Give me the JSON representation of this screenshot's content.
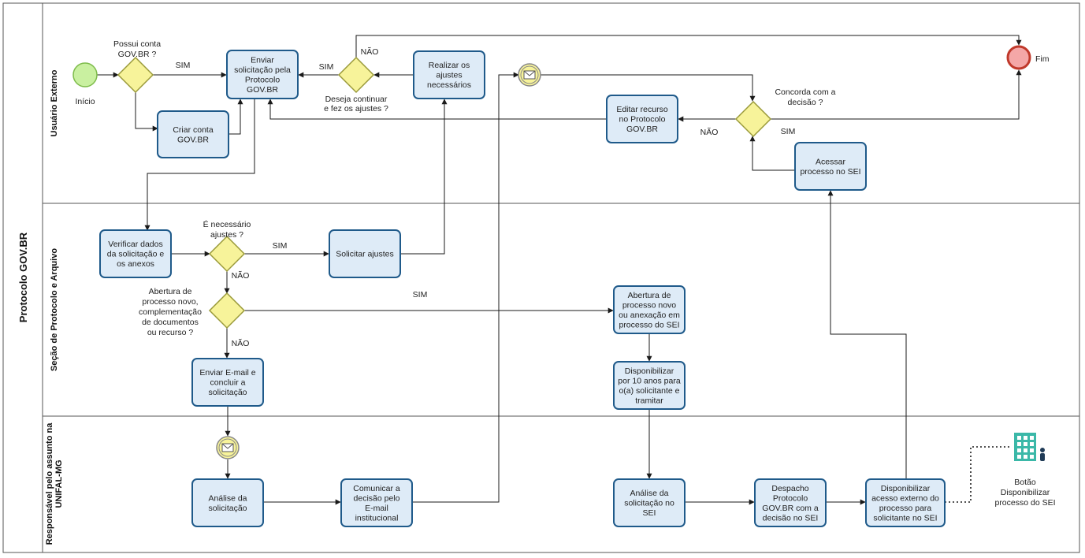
{
  "pool": {
    "title": "Protocolo GOV.BR"
  },
  "lanes": [
    {
      "id": "externo",
      "title": "Usuário Externo"
    },
    {
      "id": "protocolo",
      "title": "Seção de Protocolo e Arquivo"
    },
    {
      "id": "responsavel",
      "title_line1": "Responsável pelo assunto na",
      "title_line2": "UNIFAL-MG"
    }
  ],
  "events": {
    "start": "Início",
    "end": "Fim"
  },
  "tasks": {
    "enviar": [
      "Enviar",
      "solicitação pela",
      "Protocolo",
      "GOV.BR"
    ],
    "criar": [
      "Criar conta",
      "GOV.BR"
    ],
    "realizar": [
      "Realizar os",
      "ajustes",
      "necessários"
    ],
    "editar": [
      "Editar recurso",
      "no Protocolo",
      "GOV.BR"
    ],
    "acessar": [
      "Acessar",
      "processo no SEI"
    ],
    "verificar": [
      "Verificar dados",
      "da solicitação e",
      "os anexos"
    ],
    "solicitar": [
      "Solicitar ajustes"
    ],
    "abertura": [
      "Abertura de",
      "processo novo",
      "ou anexação em",
      "processo do SEI"
    ],
    "disponibilizar10": [
      "Disponibilizar",
      "por 10 anos para",
      "o(a) solicitante e",
      "tramitar"
    ],
    "enviar_email": [
      "Enviar E-mail e",
      "concluir a",
      "solicitação"
    ],
    "analise1": [
      "Análise da",
      "solicitação"
    ],
    "comunicar": [
      "Comunicar a",
      "decisão pelo",
      "E-mail",
      "institucional"
    ],
    "analise2": [
      "Análise da",
      "solicitação no",
      "SEI"
    ],
    "despacho": [
      "Despacho",
      "Protocolo",
      "GOV.BR com a",
      "decisão no SEI"
    ],
    "disp_acesso": [
      "Disponibilizar",
      "acesso externo do",
      "processo para",
      "solicitante no SEI"
    ]
  },
  "gateways": {
    "possui": [
      "Possui conta",
      "GOV.BR ?"
    ],
    "deseja": [
      "Deseja continuar",
      "e fez os ajustes ?"
    ],
    "concorda": [
      "Concorda com a",
      "decisão ?"
    ],
    "necessario": [
      "É necessário",
      "ajustes ?"
    ],
    "abertura_q": [
      "Abertura de",
      "processo novo,",
      "complementação",
      "de documentos",
      "ou recurso ?"
    ]
  },
  "flow_labels": {
    "sim": "SIM",
    "nao": "NÃO"
  },
  "annotation": [
    "Botão",
    "Disponibilizar",
    "processo do SEI"
  ],
  "colors": {
    "task_fill": "#deebf7",
    "task_stroke": "#1f5a8a",
    "gateway_fill": "#f7f39a",
    "start_fill": "#c9f0a0",
    "end_fill": "#f4a7a7",
    "icon_teal": "#3bb8a8"
  }
}
